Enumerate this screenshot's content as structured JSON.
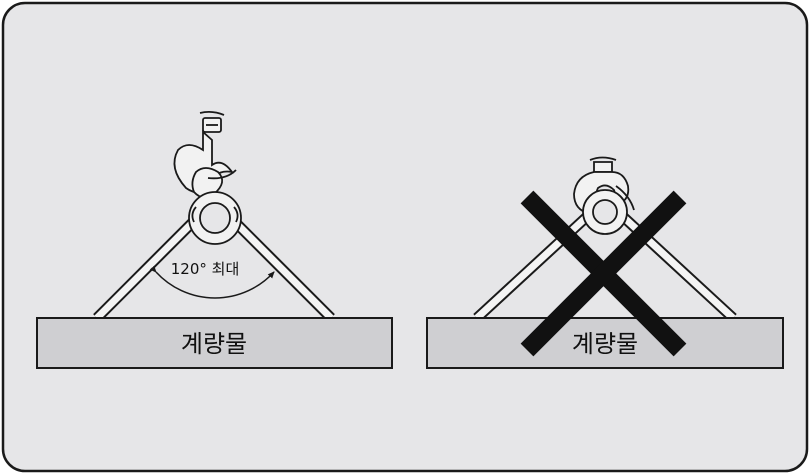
{
  "diagram": {
    "correct": {
      "load_label": "계량물",
      "angle_label": "120° 최대"
    },
    "incorrect": {
      "load_label": "계량물"
    }
  },
  "colors": {
    "panel_bg": "#e6e6e8",
    "load_fill": "#cfcfd2",
    "stroke": "#1a1a1a",
    "sling_fill": "#f4f4f4",
    "hook_fill": "#f2f2f2",
    "cross": "#111111"
  },
  "icons": {
    "hook": "crane-hook-icon",
    "prohibited": "x-cross-icon"
  }
}
